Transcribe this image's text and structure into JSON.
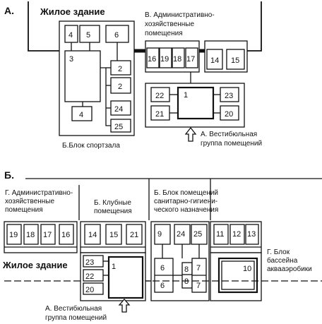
{
  "plan_a": {
    "marker": "А.",
    "residential": "Жилое здание",
    "admin_title": [
      "В. Административно-",
      "хозяйственные",
      "помещения"
    ],
    "sport_label": "Б.Блок спортзала",
    "lobby_label": [
      "А. Вестибюльная",
      "группа помещений"
    ],
    "rooms": {
      "r4a": "4",
      "r5": "5",
      "r6": "6",
      "r3": "3",
      "r2a": "2",
      "r2b": "2",
      "r4b": "4",
      "r24": "24",
      "r25": "25",
      "r16": "16",
      "r19": "19",
      "r18": "18",
      "r17": "17",
      "r14": "14",
      "r15": "15",
      "r22": "22",
      "r1": "1",
      "r23": "23",
      "r21": "21",
      "r20": "20"
    }
  },
  "plan_b": {
    "marker": "Б.",
    "admin_title": [
      "Г. Административно-",
      "хозяйственные",
      "помещения"
    ],
    "club_title": [
      "Б. Клубные",
      "помещения"
    ],
    "sanitary_title": [
      "Б. Блок помещений",
      "санитарно-гигиени-",
      "ческого назначения"
    ],
    "pool_title": [
      "Г. Блок",
      "бассейна",
      "аквааэробики"
    ],
    "residential": "Жилое здание",
    "lobby_label": [
      "А. Вестибюльная",
      "группа помещений"
    ],
    "rooms": {
      "r19": "19",
      "r18": "18",
      "r17": "17",
      "r16": "16",
      "r14": "14",
      "r15": "15",
      "r21": "21",
      "r9": "9",
      "r24": "24",
      "r25": "25",
      "r11": "11",
      "r12": "12",
      "r13": "13",
      "r23": "23",
      "r22": "22",
      "r20": "20",
      "r1": "1",
      "r6a": "6",
      "r6b": "6",
      "r8a": "8",
      "r8b": "8",
      "r7a": "7",
      "r7b": "7",
      "r10": "10"
    }
  }
}
